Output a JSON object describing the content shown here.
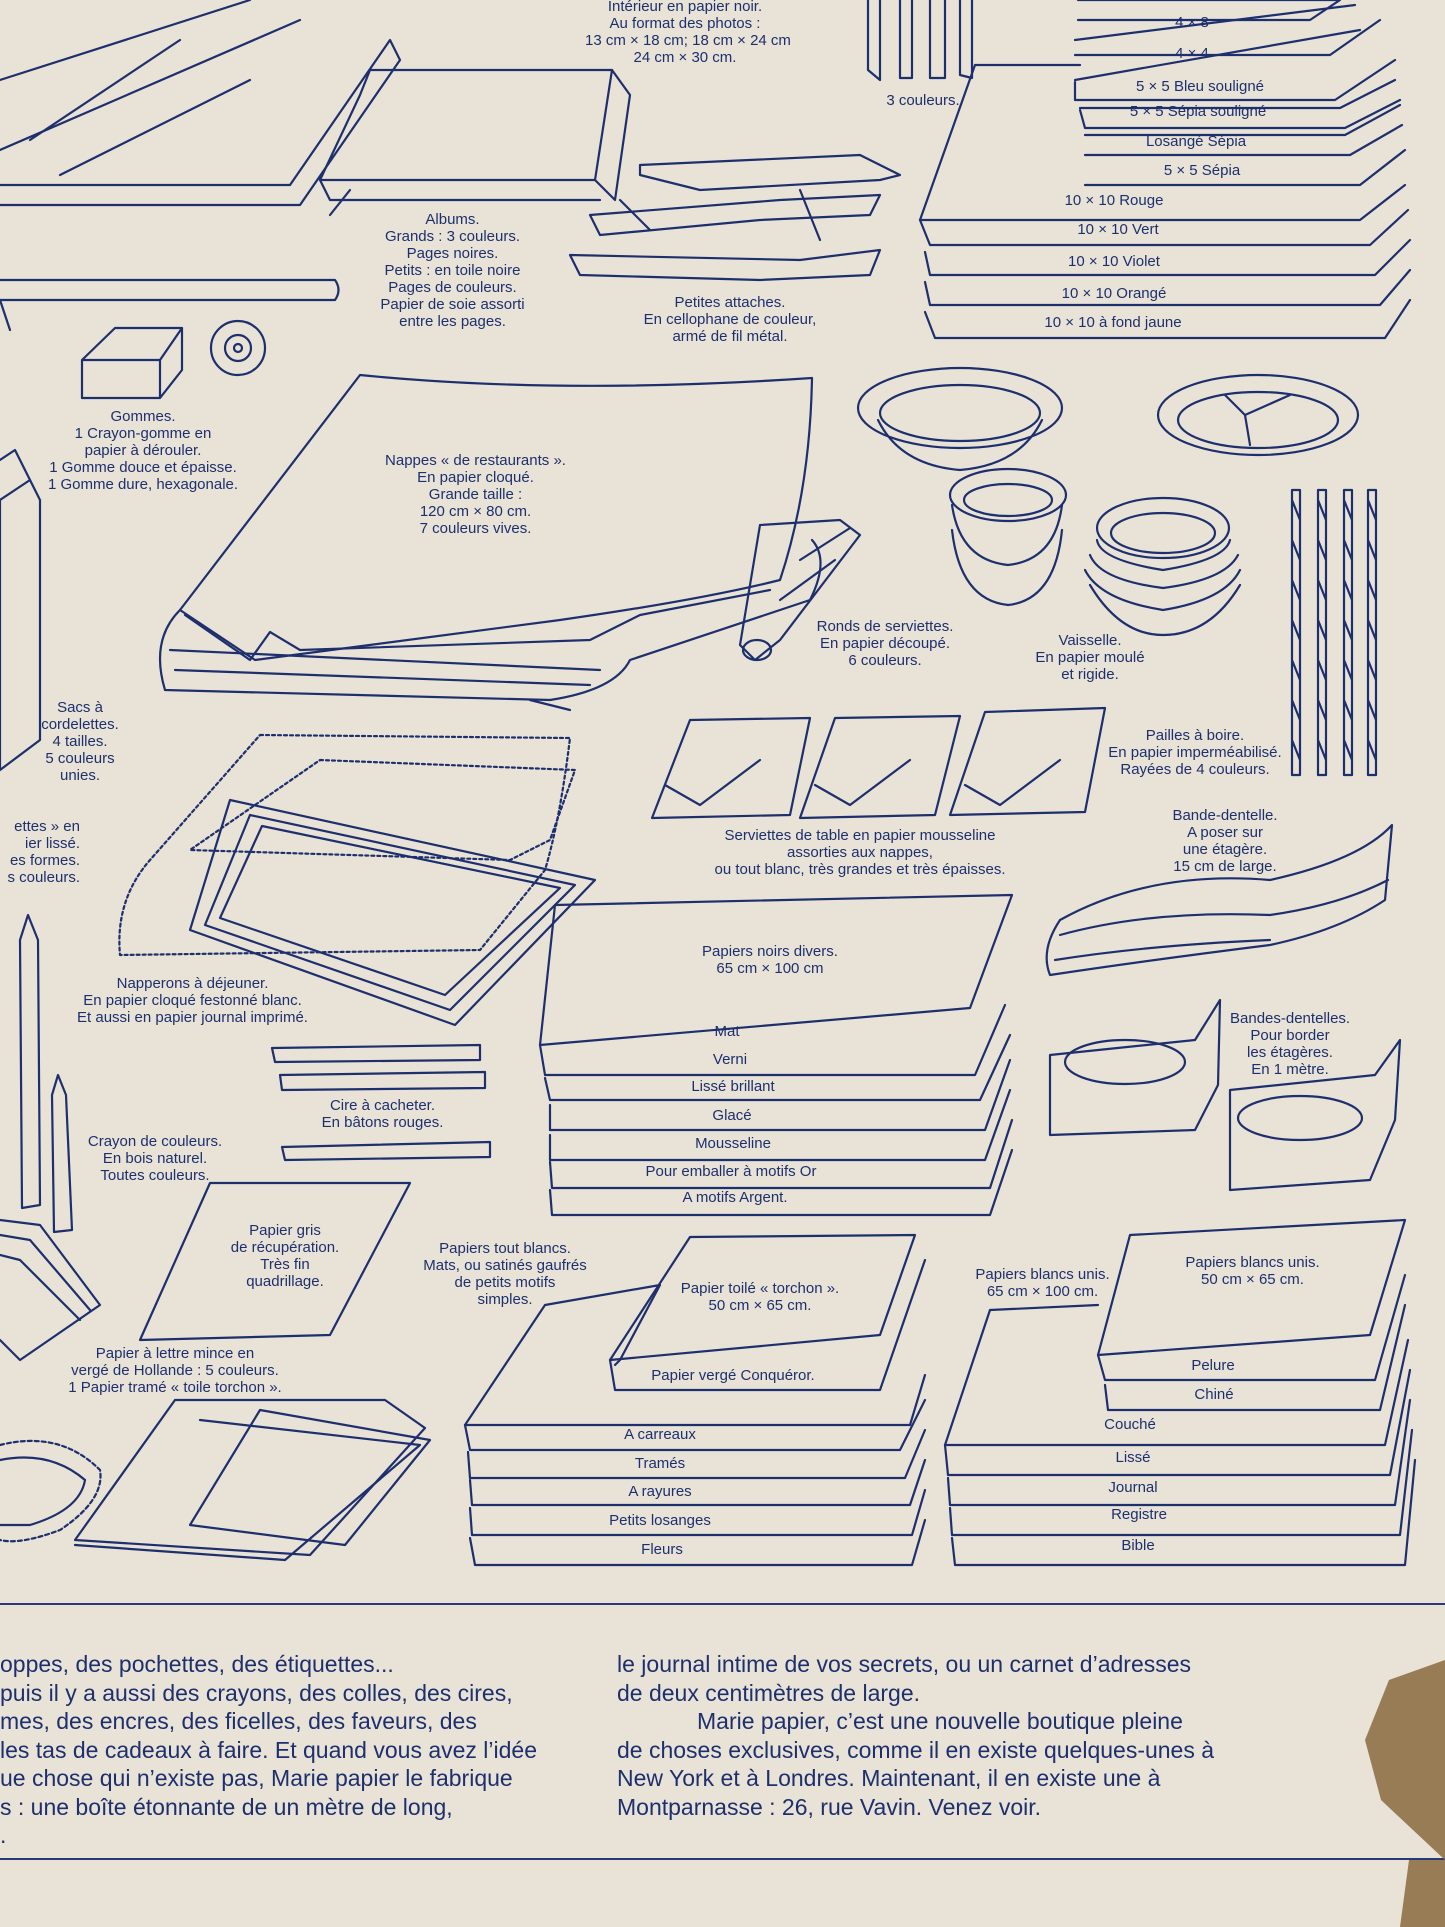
{
  "captions": {
    "interieur": [
      "Intérieur en papier noir.",
      "Au format des photos :",
      "13 cm × 18 cm; 18 cm × 24 cm",
      "24 cm × 30 cm."
    ],
    "trois_couleurs": [
      "3 couleurs."
    ],
    "albums": [
      "Albums.",
      "Grands : 3 couleurs.",
      "Pages noires.",
      "Petits : en toile noire",
      "Pages de couleurs.",
      "Papier de soie assorti",
      "entre les pages."
    ],
    "attaches": [
      "Petites attaches.",
      "En cellophane de couleur,",
      "armé de fil métal."
    ],
    "gommes": [
      "Gommes.",
      "1 Crayon-gomme en",
      "papier à dérouler.",
      "1 Gomme douce et épaisse.",
      "1 Gomme dure, hexagonale."
    ],
    "nappes": [
      "Nappes « de restaurants ».",
      "En papier cloqué.",
      "Grande taille :",
      "120 cm × 80 cm.",
      "7 couleurs vives."
    ],
    "ronds": [
      "Ronds de serviettes.",
      "En papier découpé.",
      "6 couleurs."
    ],
    "vaisselle": [
      "Vaisselle.",
      "En papier moulé",
      "et rigide."
    ],
    "sacs": [
      "Sacs à",
      "cordelettes.",
      "4 tailles.",
      "5 couleurs",
      "unies."
    ],
    "pailles": [
      "Pailles à boire.",
      "En papier imperméabilisé.",
      "Rayées de 4 couleurs."
    ],
    "serviettes": [
      "Serviettes de table en papier mousseline",
      "assorties aux nappes,",
      "ou tout blanc, très grandes et très épaisses."
    ],
    "bande_dentelle": [
      "Bande-dentelle.",
      "A poser sur",
      "une étagère.",
      "15 cm de large."
    ],
    "ettes": [
      "ettes » en",
      "ier lissé.",
      "es formes.",
      "s couleurs."
    ],
    "napperons": [
      "Napperons à déjeuner.",
      "En papier cloqué festonné blanc.",
      "Et aussi en papier journal imprimé."
    ],
    "papiers_noirs": [
      "Papiers noirs divers.",
      "65 cm × 100 cm"
    ],
    "bandes_dentelles": [
      "Bandes-dentelles.",
      "Pour border",
      "les étagères.",
      "En 1 mètre."
    ],
    "cire": [
      "Cire à cacheter.",
      "En bâtons rouges."
    ],
    "crayon": [
      "Crayon de couleurs.",
      "En bois naturel.",
      "Toutes couleurs."
    ],
    "papier_gris": [
      "Papier gris",
      "de récupération.",
      "Très fin",
      "quadrillage."
    ],
    "tout_blancs": [
      "Papiers tout blancs.",
      "Mats, ou satinés gaufrés",
      "de petits motifs",
      "simples."
    ],
    "torchon": [
      "Papier toilé « torchon ».",
      "50 cm × 65 cm."
    ],
    "blancs_65": [
      "Papiers blancs unis.",
      "65 cm × 100 cm."
    ],
    "blancs_50": [
      "Papiers blancs unis.",
      "50 cm × 65 cm."
    ],
    "lettre": [
      "Papier à lettre mince en",
      "vergé de Hollande : 5 couleurs.",
      "1 Papier tramé « toile torchon »."
    ]
  },
  "stack_labels": {
    "photo_formats": [
      "4 × 8",
      "4 × 4",
      "5 × 5 Bleu souligné",
      "5 × 5 Sépia souligné",
      "Losangé Sépia",
      "5 × 5 Sépia",
      "10 × 10 Rouge",
      "10 × 10 Vert",
      "10 × 10 Violet",
      "10 × 10 Orangé",
      "10 × 10 à fond jaune"
    ],
    "papiers_noirs": [
      "Mat",
      "Verni",
      "Lissé brillant",
      "Glacé",
      "Mousseline",
      "Pour emballer à motifs Or",
      "A motifs Argent."
    ],
    "torchon_under": [
      "Papier vergé Conquéror."
    ],
    "tout_blancs": [
      "A carreaux",
      "Tramés",
      "A rayures",
      "Petits losanges",
      "Fleurs"
    ],
    "blancs_50": [
      "Pelure",
      "Chiné"
    ],
    "blancs_65": [
      "Couché",
      "Lissé",
      "Journal",
      "Registre",
      "Bible"
    ]
  },
  "body_text": {
    "left": [
      "oppes, des pochettes, des étiquettes...",
      " puis il y a aussi des crayons, des colles, des cires,",
      "mes, des encres, des ficelles, des faveurs, des",
      "les tas de cadeaux à faire. Et quand vous avez l’idée",
      "ue chose qui n’existe pas, Marie papier le fabrique",
      "s : une boîte étonnante de un mètre de long,"
    ],
    "right": [
      "le journal intime de vos secrets, ou un carnet d’adresses",
      "de deux centimètres de large.",
      "Marie papier, c’est une nouvelle boutique pleine",
      "de choses  exclusives, comme il en existe quelques-unes à",
      "New York et à Londres. Maintenant, il en existe une à",
      "Montparnasse : 26, rue Vavin. Venez voir."
    ]
  },
  "colors": {
    "paper": "#e8e3d6",
    "ink": "#1e2f6e",
    "stain": "#8a6a3e"
  }
}
